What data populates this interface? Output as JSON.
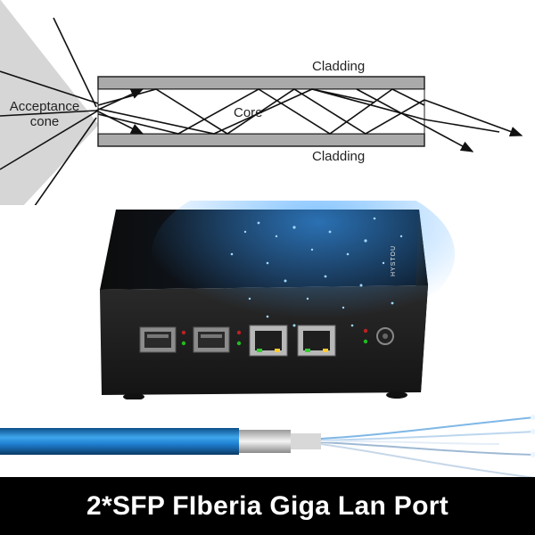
{
  "diagram": {
    "acceptance_label": "Acceptance\ncone",
    "acceptance_line1": "Acceptance",
    "acceptance_line2": "cone",
    "core_label": "Core",
    "cladding_top_label": "Cladding",
    "cladding_bottom_label": "Cladding"
  },
  "device": {
    "brand_label": "HYSTOU"
  },
  "banner": {
    "text": "2*SFP FIberia Giga Lan Port"
  },
  "colors": {
    "cladding": "#a9a9a9",
    "cone": "#d3d3d3",
    "device_body": "#1a1a1a",
    "fiber_blue": "#1f7fd0",
    "banner_bg": "#000000",
    "banner_text": "#ffffff"
  },
  "icons": [
    "sfp-port-icon",
    "ethernet-port-icon",
    "led-indicator-icon",
    "power-jack-icon"
  ]
}
